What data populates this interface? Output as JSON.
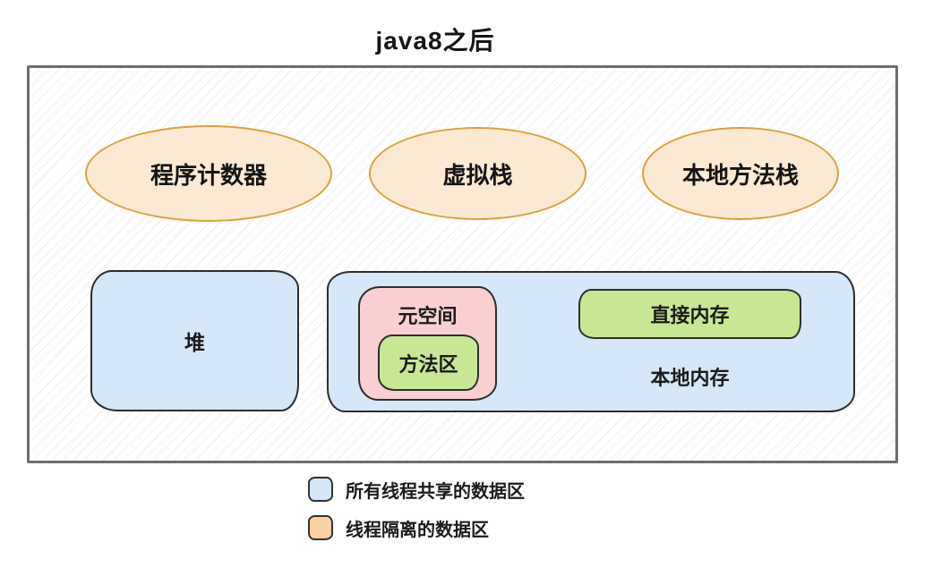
{
  "title": "java8之后",
  "diagram": {
    "ellipses": [
      {
        "label": "程序计数器"
      },
      {
        "label": "虚拟栈"
      },
      {
        "label": "本地方法栈"
      }
    ],
    "heap": {
      "label": "堆"
    },
    "metaspace": {
      "label": "元空间"
    },
    "method_area": {
      "label": "方法区"
    },
    "direct_memory": {
      "label": "直接内存"
    },
    "native_memory": {
      "label": "本地内存"
    }
  },
  "legend": {
    "items": [
      {
        "label": "所有线程共享的数据区",
        "color": "#D5E7F8"
      },
      {
        "label": "线程隔离的数据区",
        "color": "#FBD0A2"
      }
    ]
  },
  "colors": {
    "shared_area_fill": "#D5E7F8",
    "isolated_area_fill": "#FBD0A2",
    "ellipse_fill": "#FCE9D4",
    "ellipse_border": "#D9A23C",
    "metaspace_fill": "#F9CFD2",
    "green_fill": "#C7E795",
    "outer_border": "#6E6E6E"
  }
}
